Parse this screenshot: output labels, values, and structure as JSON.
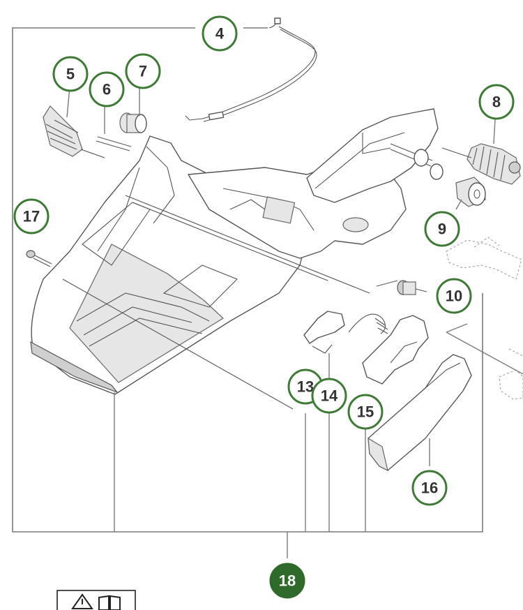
{
  "callouts": [
    {
      "id": "c4",
      "label": "4"
    },
    {
      "id": "c5",
      "label": "5"
    },
    {
      "id": "c6",
      "label": "6"
    },
    {
      "id": "c7",
      "label": "7"
    },
    {
      "id": "c8",
      "label": "8"
    },
    {
      "id": "c9",
      "label": "9"
    },
    {
      "id": "c10",
      "label": "10"
    },
    {
      "id": "c13",
      "label": "13"
    },
    {
      "id": "c14",
      "label": "14"
    },
    {
      "id": "c15",
      "label": "15"
    },
    {
      "id": "c16",
      "label": "16"
    },
    {
      "id": "c17",
      "label": "17"
    },
    {
      "id": "c18",
      "label": "18"
    }
  ],
  "colors": {
    "callout_border": "#3e7a36",
    "callout_fill_highlight": "#2f6a2a",
    "line": "#7a7a7a"
  },
  "icons": {
    "warning": "warning-triangle-icon",
    "manual": "open-book-icon"
  }
}
